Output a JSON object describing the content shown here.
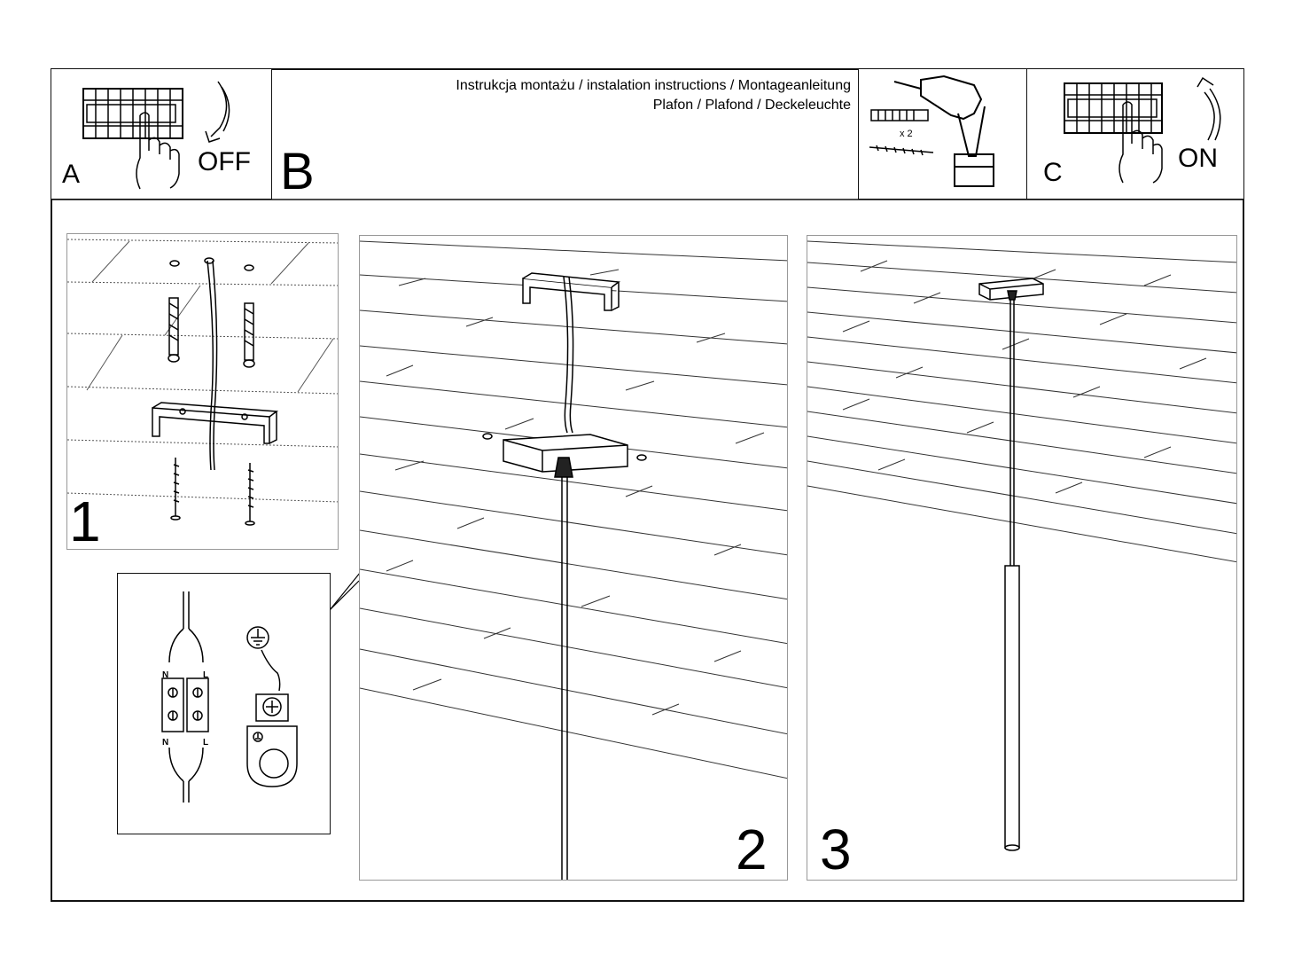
{
  "header": {
    "line1": "Instrukcja montażu / instalation instructions / Montageanleitung",
    "line2": "Plafon / Plafond / Deckeleuchte"
  },
  "step_a": {
    "letter": "A",
    "action": "OFF"
  },
  "step_b": {
    "letter": "B",
    "anchor_qty": "x 2"
  },
  "step_c": {
    "letter": "C",
    "action": "ON"
  },
  "panels": {
    "p1": "1",
    "p2": "2",
    "p3": "3"
  },
  "wiring": {
    "terminal_n": "N",
    "terminal_l": "L"
  },
  "icons": {
    "breaker": "circuit-breaker-icon",
    "hand": "hand-pointer-icon",
    "arrow_down": "curved-arrow-down-icon",
    "arrow_up": "curved-arrow-up-icon",
    "drill": "power-drill-icon",
    "anchor": "wall-plug-icon",
    "screw": "screw-icon",
    "ground": "ground-symbol-icon"
  }
}
